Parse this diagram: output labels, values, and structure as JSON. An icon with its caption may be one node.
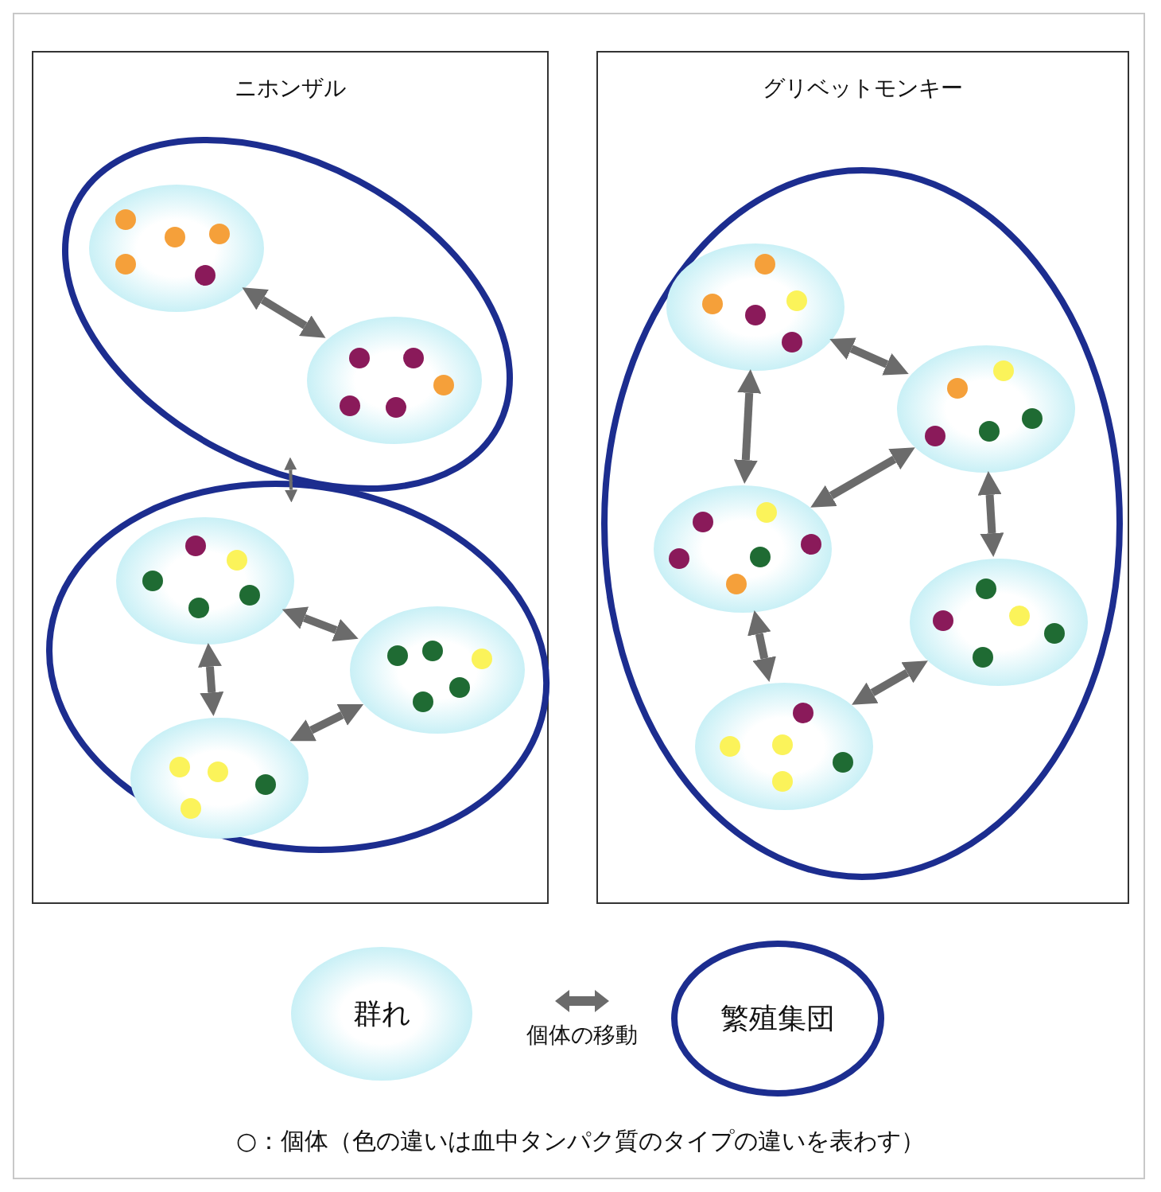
{
  "diagram": {
    "nodes": [
      {
        "text": [
          "ニホンザル"
        ]
      },
      {
        "text": [],
        "shape": "ellipse",
        "in": 0
      },
      {
        "text": [],
        "shape": "ellipse",
        "in": 1
      },
      {
        "text": [],
        "shape": "ellipse",
        "in": 1
      },
      {
        "text": [],
        "shape": "ellipse",
        "in": 0
      },
      {
        "text": [],
        "shape": "ellipse",
        "in": 4
      },
      {
        "text": [],
        "shape": "ellipse",
        "in": 4
      },
      {
        "text": [],
        "shape": "ellipse",
        "in": 4
      },
      {
        "text": [
          "グリベットモンキー"
        ]
      },
      {
        "text": [],
        "shape": "ellipse",
        "in": 8
      },
      {
        "text": [],
        "shape": "ellipse",
        "in": 9
      },
      {
        "text": [],
        "shape": "ellipse",
        "in": 9
      },
      {
        "text": [],
        "shape": "ellipse",
        "in": 9
      },
      {
        "text": [],
        "shape": "ellipse",
        "in": 9
      },
      {
        "text": [],
        "shape": "ellipse",
        "in": 9
      },
      {
        "text": [
          "群れ"
        ]
      },
      {
        "text": [
          "繁殖集団"
        ]
      }
    ],
    "edges": [
      {
        "from": 2,
        "to": 3,
        "arrow": "both"
      },
      {
        "from": 1,
        "to": 4,
        "arrow": "both"
      },
      {
        "from": 5,
        "to": 6,
        "arrow": "both"
      },
      {
        "from": 5,
        "to": 7,
        "arrow": "both"
      },
      {
        "from": 7,
        "to": 6,
        "arrow": "both"
      },
      {
        "from": 10,
        "to": 11,
        "arrow": "both"
      },
      {
        "from": 10,
        "to": 12,
        "arrow": "both"
      },
      {
        "from": 12,
        "to": 11,
        "arrow": "both"
      },
      {
        "from": 11,
        "to": 13,
        "arrow": "both"
      },
      {
        "from": 12,
        "to": 14,
        "arrow": "both"
      },
      {
        "from": 14,
        "to": 13,
        "arrow": "both"
      }
    ],
    "labels": [
      "○：個体（色の違いは血中タンパク質のタイプの違いを表わす）"
    ],
    "legend": [
      {
        "text": "個体の移動"
      }
    ]
  }
}
